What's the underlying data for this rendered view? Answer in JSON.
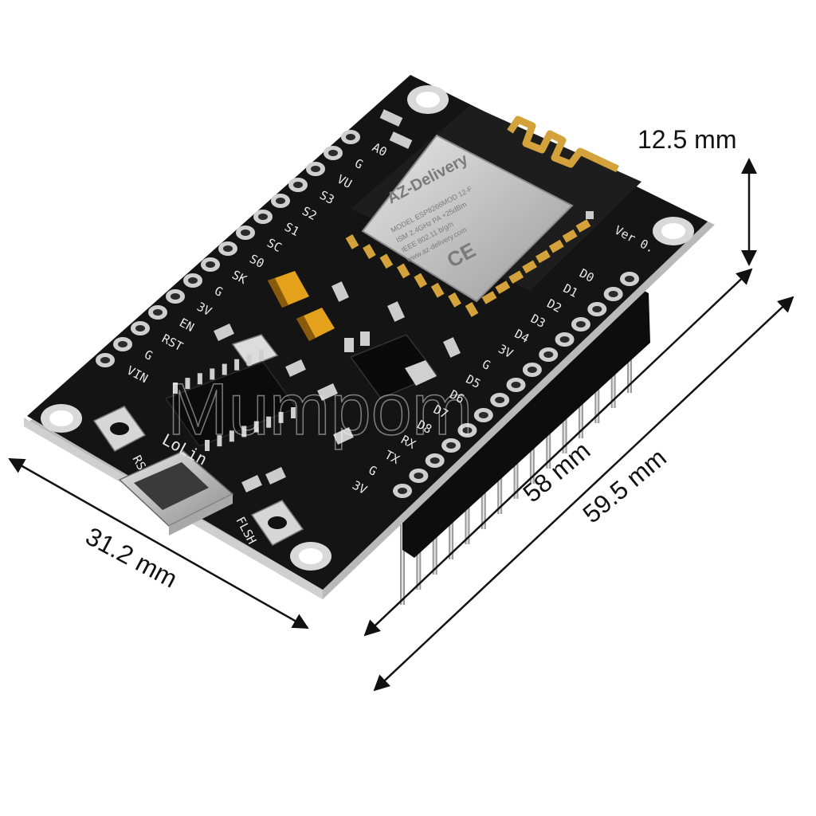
{
  "dimensions": {
    "height": "12.5 mm",
    "width": "31.2 mm",
    "pcb_length": "58 mm",
    "total_length": "59.5 mm"
  },
  "board": {
    "brand": "LoLin",
    "version_label": "Ver  0.",
    "module_brand": "AZ-Delivery",
    "module_line1": "MODEL ESP8266MOD 12-F",
    "module_line2": "ISM 2.4GHz PA +25dBm",
    "module_line3": "IEEE 802.11 b/g/n",
    "module_line4": "www.az-delivery.com",
    "module_mark": "CE",
    "button_left": "RST",
    "button_right": "FLSH",
    "watermark": "Mumpom"
  },
  "left_pins": [
    "A0",
    "G",
    "VU",
    "S3",
    "S2",
    "S1",
    "SC",
    "S0",
    "SK",
    "G",
    "3V",
    "EN",
    "RST",
    "G",
    "VIN"
  ],
  "right_pins": [
    "D0",
    "D1",
    "D2",
    "D3",
    "D4",
    "3V",
    "G",
    "D5",
    "D6",
    "D7",
    "D8",
    "RX",
    "TX",
    "G",
    "3V"
  ],
  "colors": {
    "pcb": "#141414",
    "pcb_edge": "#bdbdbd",
    "gold": "#d4a23a",
    "shield": "#cfcfcf",
    "tantalum": "#e4a21c"
  }
}
